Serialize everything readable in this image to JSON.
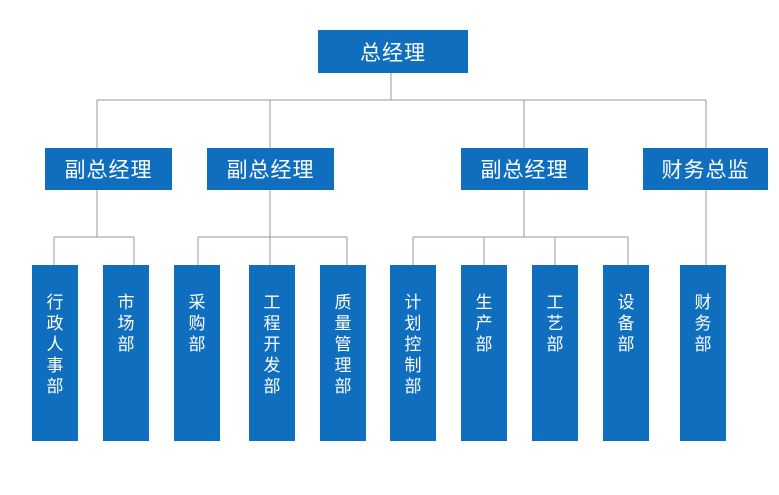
{
  "chart": {
    "root": {
      "label": "总经理"
    },
    "level2": [
      {
        "label": "副总经理"
      },
      {
        "label": "副总经理"
      },
      {
        "label": "副总经理"
      },
      {
        "label": "财务总监"
      }
    ],
    "departments": [
      {
        "label": "行政人事部",
        "parent": 0
      },
      {
        "label": "市场部",
        "parent": 0
      },
      {
        "label": "采购部",
        "parent": 1
      },
      {
        "label": "工程开发部",
        "parent": 1
      },
      {
        "label": "质量管理部",
        "parent": 1
      },
      {
        "label": "计划控制部",
        "parent": 2
      },
      {
        "label": "生产部",
        "parent": 2
      },
      {
        "label": "工艺部",
        "parent": 2
      },
      {
        "label": "设备部",
        "parent": 2
      },
      {
        "label": "财务部",
        "parent": 3
      }
    ],
    "colors": {
      "box": "#0f6ebe",
      "line": "#999999",
      "text": "#ffffff"
    }
  }
}
